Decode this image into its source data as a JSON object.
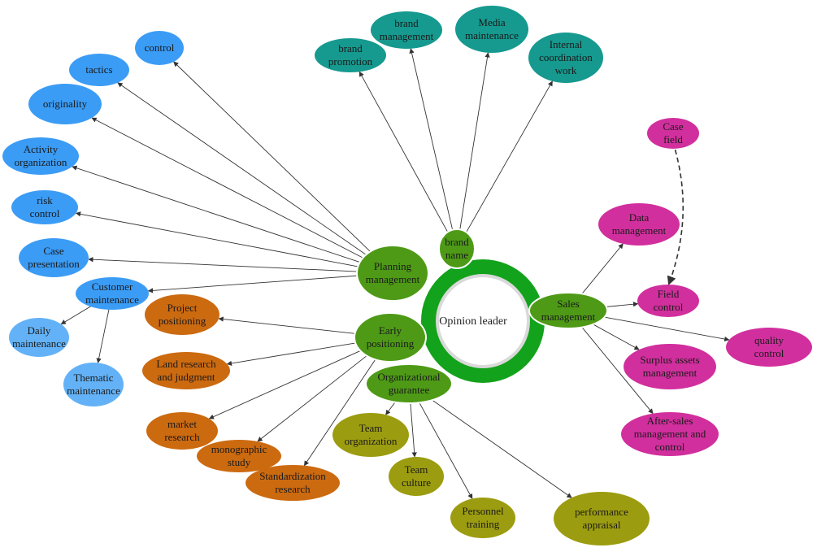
{
  "diagram": {
    "center": {
      "label": "Opinion leader"
    },
    "colors": {
      "ring": "#13a21b",
      "hub": "#4e9a16",
      "blue": "#3b9cf5",
      "light_blue": "#63b2f7",
      "orange": "#cc6a10",
      "olive": "#9c9c10",
      "teal": "#16998f",
      "magenta": "#d12f9d",
      "edge": "#333333"
    },
    "hubs": [
      {
        "id": "brand",
        "label": "brand name"
      },
      {
        "id": "planning",
        "label": "Planning management"
      },
      {
        "id": "early",
        "label": "Early positioning"
      },
      {
        "id": "org",
        "label": "Organizational guarantee"
      },
      {
        "id": "sales",
        "label": "Sales management"
      }
    ],
    "nodes": [
      {
        "id": "control",
        "label": "control",
        "color": "blue"
      },
      {
        "id": "tactics",
        "label": "tactics",
        "color": "blue"
      },
      {
        "id": "originality",
        "label": "originality",
        "color": "blue"
      },
      {
        "id": "activity",
        "label": "Activity organization",
        "color": "blue"
      },
      {
        "id": "risk",
        "label": "risk control",
        "color": "blue"
      },
      {
        "id": "case_pres",
        "label": "Case presentation",
        "color": "blue"
      },
      {
        "id": "customer",
        "label": "Customer maintenance",
        "color": "blue"
      },
      {
        "id": "daily",
        "label": "Daily maintenance",
        "color": "light_blue"
      },
      {
        "id": "thematic",
        "label": "Thematic maintenance",
        "color": "light_blue"
      },
      {
        "id": "project",
        "label": "Project positioning",
        "color": "orange"
      },
      {
        "id": "land",
        "label": "Land research and judgment",
        "color": "orange"
      },
      {
        "id": "market",
        "label": "market research",
        "color": "orange"
      },
      {
        "id": "mono",
        "label": "monographic study",
        "color": "orange"
      },
      {
        "id": "standard",
        "label": "Standardization research",
        "color": "orange"
      },
      {
        "id": "team_org",
        "label": "Team organization",
        "color": "olive"
      },
      {
        "id": "team_culture",
        "label": "Team culture",
        "color": "olive"
      },
      {
        "id": "personnel",
        "label": "Personnel training",
        "color": "olive"
      },
      {
        "id": "performance",
        "label": "performance appraisal",
        "color": "olive"
      },
      {
        "id": "brand_promo",
        "label": "brand promotion",
        "color": "teal"
      },
      {
        "id": "brand_mgmt",
        "label": "brand management",
        "color": "teal"
      },
      {
        "id": "media",
        "label": "Media maintenance",
        "color": "teal"
      },
      {
        "id": "internal",
        "label": "Internal coordination work",
        "color": "teal"
      },
      {
        "id": "case_field",
        "label": "Case field",
        "color": "magenta"
      },
      {
        "id": "data_mgmt",
        "label": "Data management",
        "color": "magenta"
      },
      {
        "id": "field_ctrl",
        "label": "Field control",
        "color": "magenta"
      },
      {
        "id": "quality",
        "label": "quality control",
        "color": "magenta"
      },
      {
        "id": "surplus",
        "label": "Surplus assets management",
        "color": "magenta"
      },
      {
        "id": "after_sales",
        "label": "After-sales management and control",
        "color": "magenta"
      }
    ],
    "edges": [
      {
        "from": "planning",
        "to": "control"
      },
      {
        "from": "planning",
        "to": "tactics"
      },
      {
        "from": "planning",
        "to": "originality"
      },
      {
        "from": "planning",
        "to": "activity"
      },
      {
        "from": "planning",
        "to": "risk"
      },
      {
        "from": "planning",
        "to": "case_pres"
      },
      {
        "from": "planning",
        "to": "customer"
      },
      {
        "from": "customer",
        "to": "daily"
      },
      {
        "from": "customer",
        "to": "thematic"
      },
      {
        "from": "early",
        "to": "project"
      },
      {
        "from": "early",
        "to": "land"
      },
      {
        "from": "early",
        "to": "market"
      },
      {
        "from": "early",
        "to": "mono"
      },
      {
        "from": "early",
        "to": "standard"
      },
      {
        "from": "org",
        "to": "team_org"
      },
      {
        "from": "org",
        "to": "team_culture"
      },
      {
        "from": "org",
        "to": "personnel"
      },
      {
        "from": "org",
        "to": "performance"
      },
      {
        "from": "brand",
        "to": "brand_promo"
      },
      {
        "from": "brand",
        "to": "brand_mgmt"
      },
      {
        "from": "brand",
        "to": "media"
      },
      {
        "from": "brand",
        "to": "internal"
      },
      {
        "from": "sales",
        "to": "data_mgmt"
      },
      {
        "from": "sales",
        "to": "field_ctrl"
      },
      {
        "from": "sales",
        "to": "quality"
      },
      {
        "from": "sales",
        "to": "surplus"
      },
      {
        "from": "sales",
        "to": "after_sales"
      },
      {
        "from": "case_field",
        "to": "field_ctrl",
        "style": "dashed"
      }
    ]
  }
}
